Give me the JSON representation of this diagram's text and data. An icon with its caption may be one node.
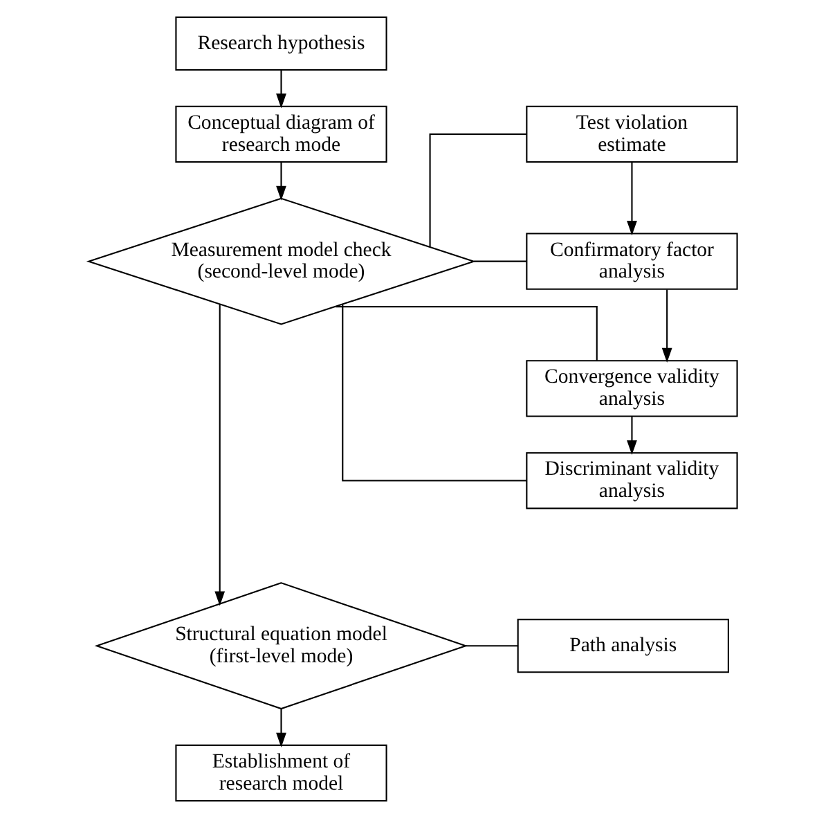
{
  "diagram": {
    "nodes": [
      {
        "text": [
          "Research hypothesis"
        ]
      },
      {
        "text": [
          "Conceptual diagram of research mode"
        ]
      },
      {
        "text": [
          "Measurement model check (second-level mode)"
        ]
      },
      {
        "text": [
          "Test violation estimate"
        ]
      },
      {
        "text": [
          "Confirmatory factor analysis"
        ]
      },
      {
        "text": [
          "Convergence validity analysis"
        ]
      },
      {
        "text": [
          "Discriminant validity analysis"
        ]
      },
      {
        "text": [
          "Structural equation model (first-level mode)"
        ]
      },
      {
        "text": [
          "Path analysis"
        ]
      },
      {
        "text": [
          "Establishment of research model"
        ]
      }
    ],
    "edges": [
      {
        "from": 0,
        "to": 1,
        "arrow": "to"
      },
      {
        "from": 1,
        "to": 2,
        "arrow": "to"
      },
      {
        "from": 2,
        "to": 3,
        "arrow": "none"
      },
      {
        "from": 2,
        "to": 4,
        "arrow": "none"
      },
      {
        "from": 2,
        "to": 5,
        "arrow": "none"
      },
      {
        "from": 2,
        "to": 6,
        "arrow": "none"
      },
      {
        "from": 3,
        "to": 4,
        "arrow": "to"
      },
      {
        "from": 4,
        "to": 5,
        "arrow": "to"
      },
      {
        "from": 5,
        "to": 6,
        "arrow": "to"
      },
      {
        "from": 2,
        "to": 7,
        "arrow": "to"
      },
      {
        "from": 7,
        "to": 8,
        "arrow": "none"
      },
      {
        "from": 7,
        "to": 9,
        "arrow": "to"
      }
    ]
  }
}
